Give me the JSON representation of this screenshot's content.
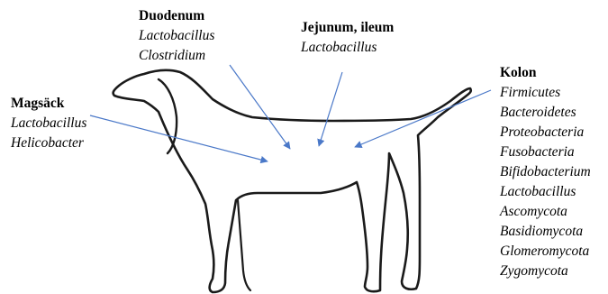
{
  "regions": [
    {
      "id": "duodenum",
      "heading": "Duodenum",
      "taxa": [
        "Lactobacillus",
        "Clostridium"
      ]
    },
    {
      "id": "jejunum",
      "heading": "Jejunum, ileum",
      "taxa": [
        "Lactobacillus"
      ]
    },
    {
      "id": "magsack",
      "heading": "Magsäck",
      "taxa": [
        "Lactobacillus",
        "Helicobacter"
      ]
    },
    {
      "id": "kolon",
      "heading": "Kolon",
      "taxa": [
        "Firmicutes",
        "Bacteroidetes",
        "Proteobacteria",
        "Fusobacteria",
        "Bifidobacterium",
        "Lactobacillus",
        "Ascomycota",
        "Basidiomycota",
        "Glomeromycota",
        "Zygomycota"
      ]
    }
  ],
  "colors": {
    "arrow": "#4a78c8",
    "outline": "#1a1a1a"
  }
}
